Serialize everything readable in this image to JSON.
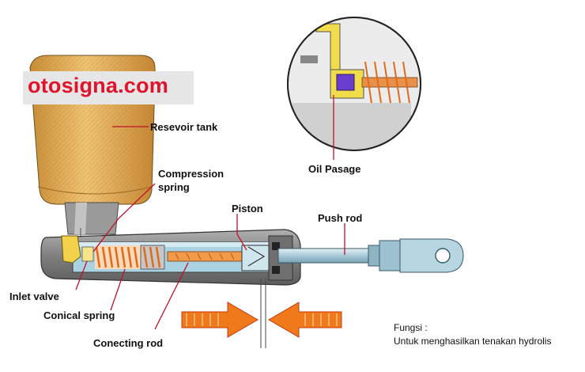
{
  "watermark": {
    "text": "otosigna.com",
    "color": "#e0132a"
  },
  "labels": {
    "reservoir": "Resevoir tank",
    "compression_spring_line1": "Compression",
    "compression_spring_line2": "spring",
    "piston": "Piston",
    "push_rod": "Push rod",
    "oil_passage": "Oil Pasage",
    "inlet_valve": "Inlet valve",
    "conical_spring": "Conical spring",
    "connecting_rod": "Conecting rod"
  },
  "note": {
    "title": "Fungsi :",
    "body": "Untuk menghasilkan tenakan hydrolis"
  },
  "colors": {
    "reservoir": "#e9b45a",
    "body": "#8c8c8c",
    "bore": "#b9dce8",
    "spring": "#e06a1c",
    "arrow": "#f07a1a",
    "leader": "#c0112a"
  }
}
